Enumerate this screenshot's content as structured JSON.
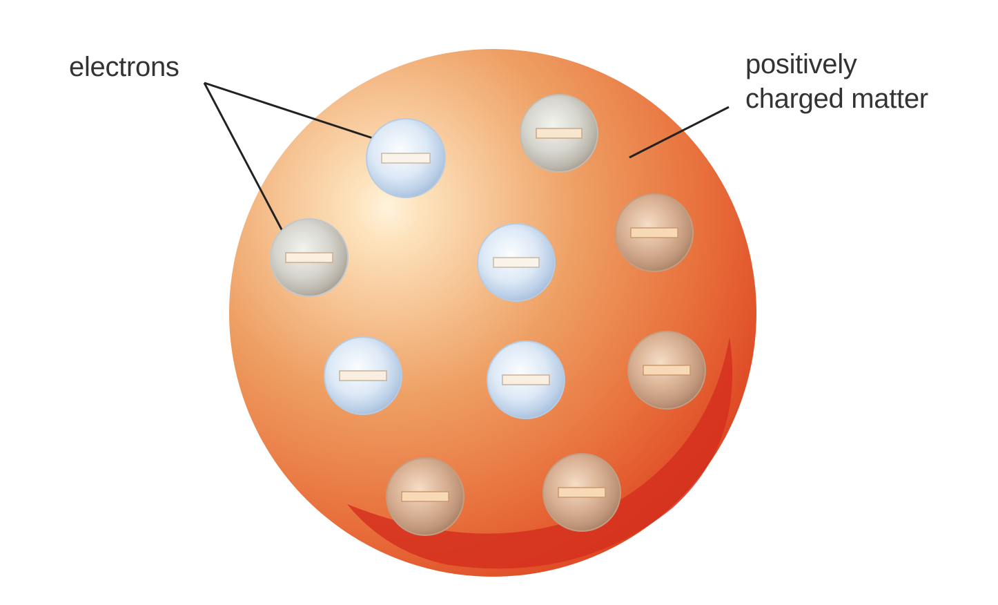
{
  "labels": {
    "electrons": "electrons",
    "positive_matter_line1": "positively",
    "positive_matter_line2": "charged matter"
  },
  "model": {
    "electron_count": 10,
    "electron_symbol": "minus-sign",
    "colors": {
      "sphere_center": "#fde7c4",
      "sphere_mid": "#ec9354",
      "sphere_edge": "#dd4421",
      "sphere_shadow": "#d12d1c",
      "electron_blue": "#c9dcee",
      "electron_tan": "#c9a48a",
      "minus_bar": "#f9ead8",
      "leader_line": "#222222"
    }
  }
}
